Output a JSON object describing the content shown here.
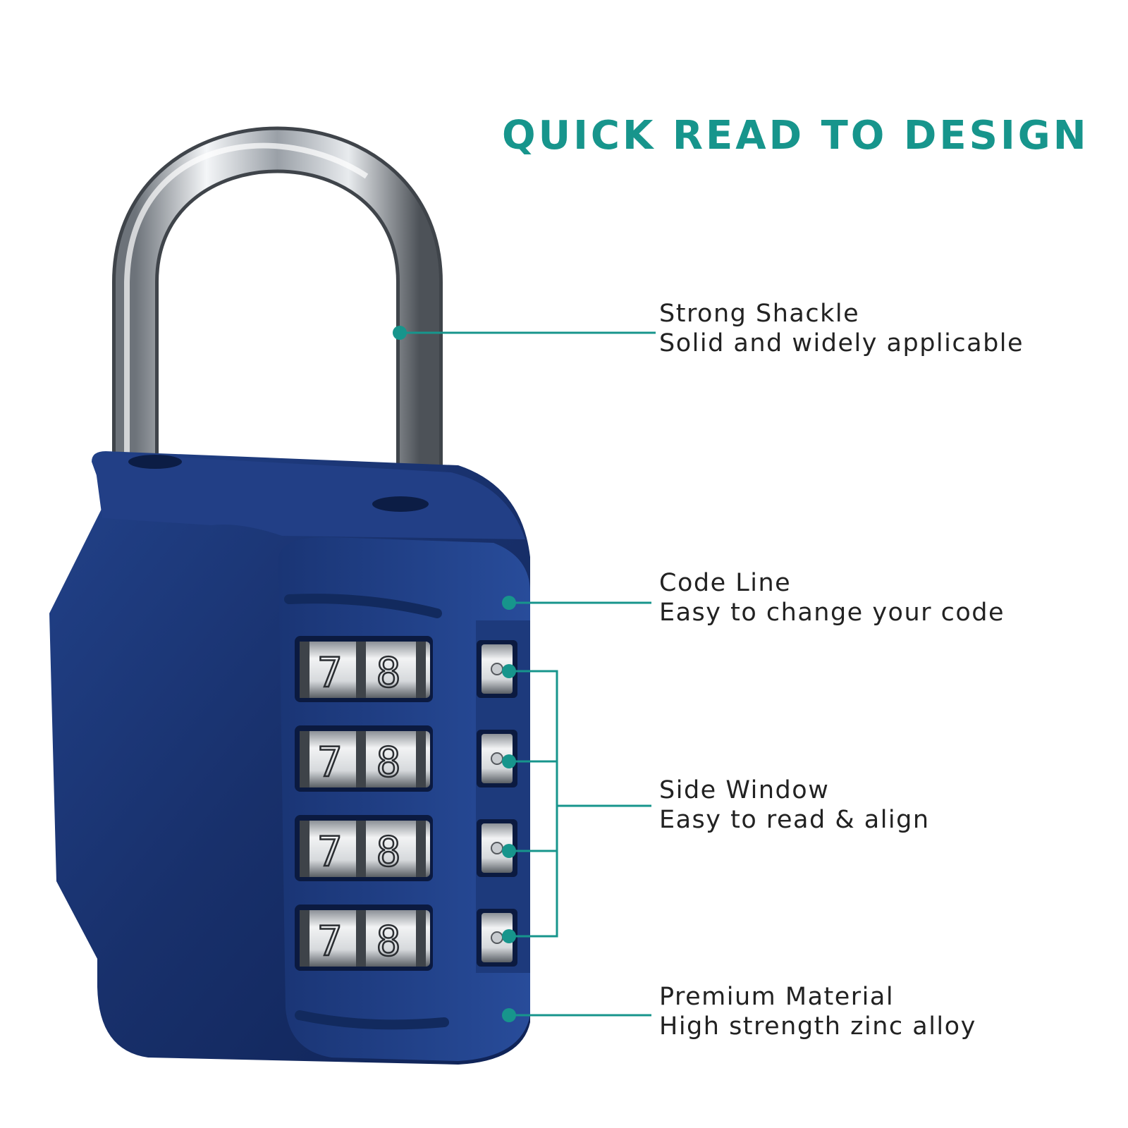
{
  "heading": "QUICK READ TO DESIGN",
  "accent_color": "#17958c",
  "lock_color": "#1b3576",
  "dial_digits": [
    "7",
    "8"
  ],
  "features": [
    {
      "title": "Strong Shackle",
      "subtitle": "Solid and widely applicable"
    },
    {
      "title": "Code Line",
      "subtitle": "Easy to change your code"
    },
    {
      "title": "Side Window",
      "subtitle": "Easy to read & align"
    },
    {
      "title": "Premium Material",
      "subtitle": "High strength zinc alloy"
    }
  ]
}
